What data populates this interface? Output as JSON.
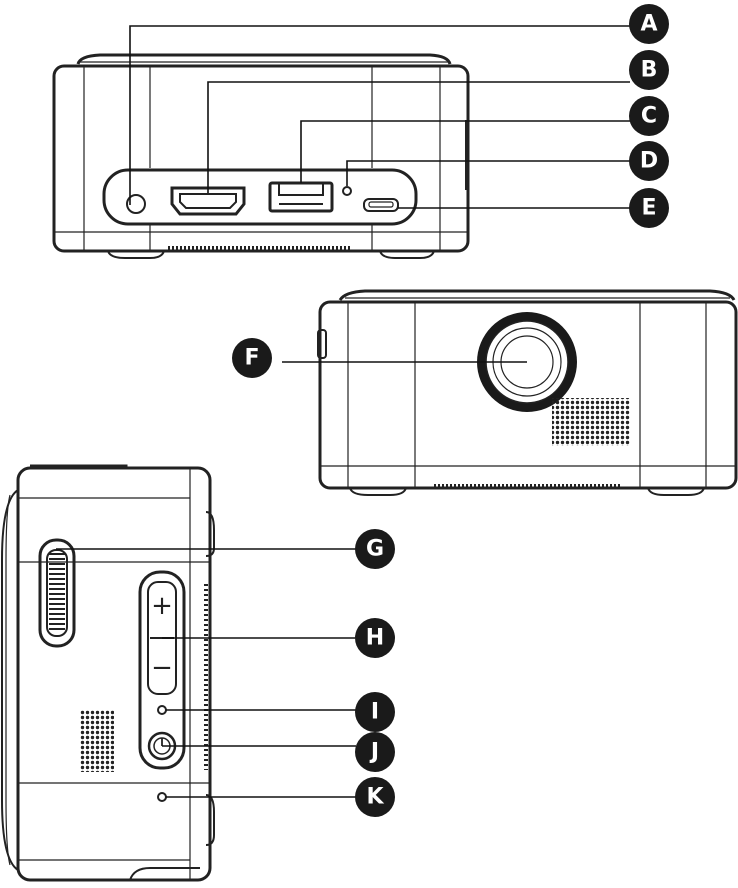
{
  "callouts": [
    {
      "id": "A",
      "letter": "A"
    },
    {
      "id": "B",
      "letter": "B"
    },
    {
      "id": "C",
      "letter": "C"
    },
    {
      "id": "D",
      "letter": "D"
    },
    {
      "id": "E",
      "letter": "E"
    },
    {
      "id": "F",
      "letter": "F"
    },
    {
      "id": "G",
      "letter": "G"
    },
    {
      "id": "H",
      "letter": "H"
    },
    {
      "id": "I",
      "letter": "I"
    },
    {
      "id": "J",
      "letter": "J"
    },
    {
      "id": "K",
      "letter": "K"
    }
  ],
  "buttons": {
    "plus_symbol": "+",
    "minus_symbol": "−"
  },
  "colors": {
    "line": "#222222",
    "badge": "#1a1a1a",
    "badge_text": "#ffffff",
    "background": "#ffffff"
  }
}
